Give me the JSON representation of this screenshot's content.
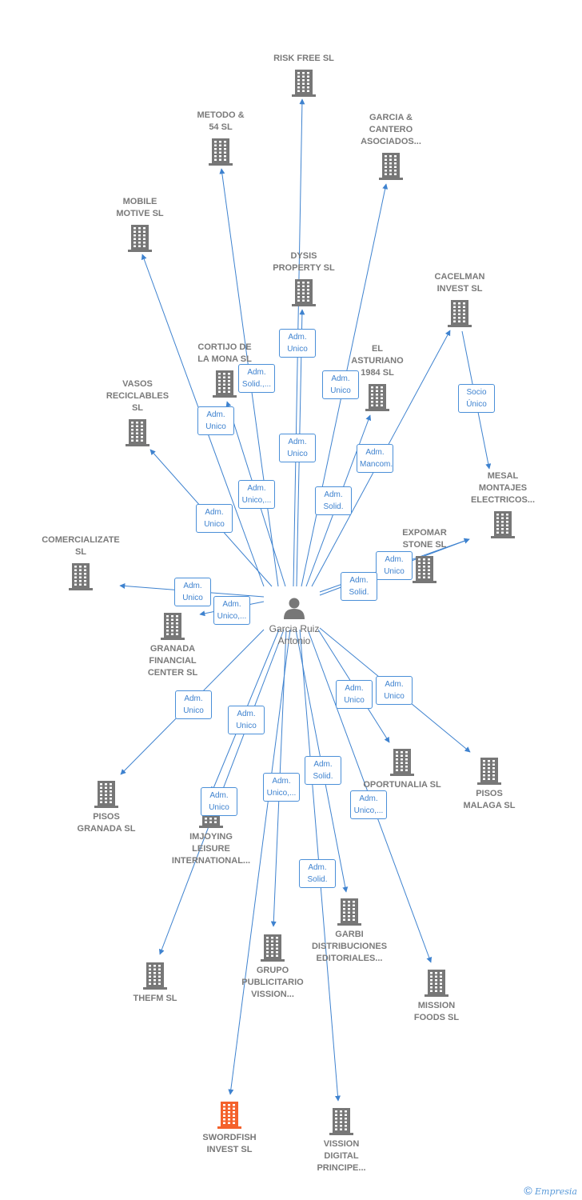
{
  "center": {
    "name": "Garcia Ruiz\nAntonio"
  },
  "companies": [
    {
      "id": "risk",
      "name": "RISK FREE  SL"
    },
    {
      "id": "metodo",
      "name": "METODO &\n54 SL"
    },
    {
      "id": "garcia",
      "name": "GARCIA &\nCANTERO\nASOCIADOS..."
    },
    {
      "id": "mobile",
      "name": "MOBILE\nMOTIVE  SL"
    },
    {
      "id": "dysis",
      "name": "DYSIS\nPROPERTY  SL"
    },
    {
      "id": "cacelman",
      "name": "CACELMAN\nINVEST  SL"
    },
    {
      "id": "cortijo",
      "name": "CORTIJO DE\nLA MONA  SL"
    },
    {
      "id": "asturiano",
      "name": "EL\nASTURIANO\n1984  SL"
    },
    {
      "id": "vasos",
      "name": "VASOS\nRECICLABLES\nSL"
    },
    {
      "id": "mesal",
      "name": "MESAL\nMONTAJES\nELECTRICOS..."
    },
    {
      "id": "comercializate",
      "name": "COMERCIALIZATE\nSL"
    },
    {
      "id": "expomar",
      "name": "EXPOMAR\nSTONE SL"
    },
    {
      "id": "granada_fin",
      "name": "GRANADA\nFINANCIAL\nCENTER  SL"
    },
    {
      "id": "oportunalia",
      "name": "OPORTUNALIA SL"
    },
    {
      "id": "pisos_malaga",
      "name": "PISOS\nMALAGA  SL"
    },
    {
      "id": "pisos_granada",
      "name": "PISOS\nGRANADA  SL"
    },
    {
      "id": "imjoying",
      "name": "IMJOYING\nLEISURE\nINTERNATIONAL..."
    },
    {
      "id": "garbi",
      "name": "GARBI\nDISTRIBUCIONES\nEDITORIALES..."
    },
    {
      "id": "thefm",
      "name": "THEFM SL"
    },
    {
      "id": "grupo",
      "name": "GRUPO\nPUBLICITARIO\nVISSION..."
    },
    {
      "id": "mission",
      "name": "MISSION\nFOODS  SL"
    },
    {
      "id": "swordfish",
      "name": "SWORDFISH\nINVEST  SL",
      "highlight": true
    },
    {
      "id": "vission_digital",
      "name": "VISSION\nDIGITAL\nPRINCIPE..."
    }
  ],
  "relations": [
    {
      "to": "dysis",
      "label": "Adm.\nUnico"
    },
    {
      "to": "cortijo",
      "label": "Adm.\nSolid.,..."
    },
    {
      "to": "asturiano",
      "label": "Adm.\nUnico"
    },
    {
      "to": "vasos",
      "label": "Adm.\nUnico"
    },
    {
      "to": "risk",
      "label": "Adm.\nUnico"
    },
    {
      "to": "cacelman",
      "label": "Adm.\nMancom."
    },
    {
      "to": "metodo",
      "label": "Adm.\nUnico,..."
    },
    {
      "to": "garcia",
      "label": "Adm.\nSolid."
    },
    {
      "to": "mobile",
      "label": "Adm.\nUnico"
    },
    {
      "to": "expomar",
      "label": "Adm.\nUnico"
    },
    {
      "to": "comercializate",
      "label": "Adm.\nUnico"
    },
    {
      "to": "expomar",
      "label": "Adm.\nSolid."
    },
    {
      "to": "granada_fin",
      "label": "Adm.\nUnico,..."
    },
    {
      "to": "oportunalia",
      "label": "Adm.\nUnico"
    },
    {
      "to": "pisos_malaga",
      "label": "Adm.\nUnico"
    },
    {
      "to": "pisos_granada",
      "label": "Adm.\nUnico"
    },
    {
      "to": "thefm",
      "label": "Adm.\nUnico"
    },
    {
      "to": "garbi",
      "label": "Adm.\nSolid."
    },
    {
      "to": "imjoying",
      "label": "Adm.\nUnico"
    },
    {
      "to": "mission",
      "label": "Adm.\nUnico,..."
    },
    {
      "to": "grupo",
      "label": "Adm.\nUnico,..."
    },
    {
      "to": "vission_digital",
      "label": "Adm.\nSolid."
    },
    {
      "to": "swordfish",
      "label": ""
    }
  ],
  "extra_relations": [
    {
      "from": "cacelman",
      "to": "mesal",
      "label": "Socio\nÚnico"
    }
  ],
  "colors": {
    "edge": "#3e82cf",
    "building": "#777777",
    "building_highlight": "#f4622c",
    "person": "#777777"
  },
  "footer": {
    "copyright": "©",
    "brand": "Empresia"
  }
}
